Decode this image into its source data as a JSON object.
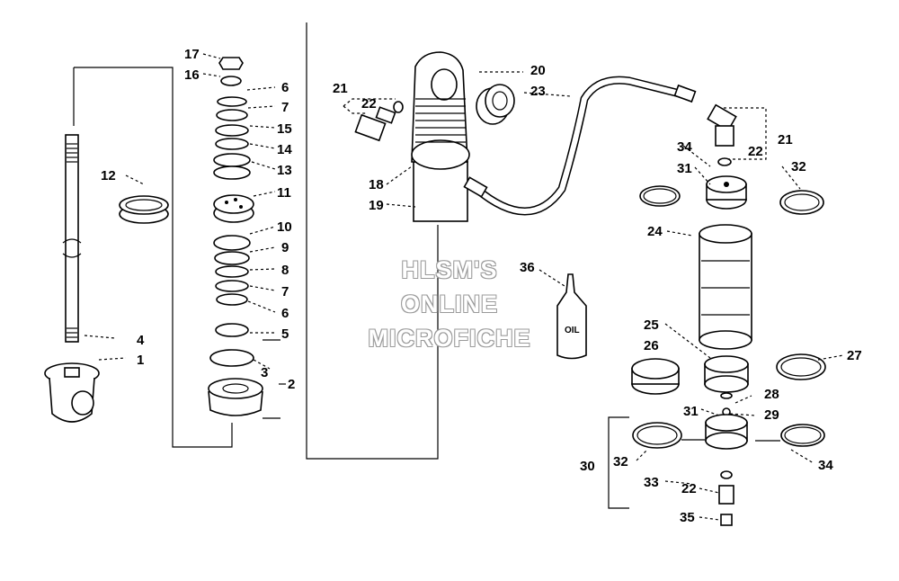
{
  "watermark": {
    "line1": "HLSM'S",
    "line2": "ONLINE",
    "line3": "MICROFICHE"
  },
  "callouts": {
    "n1": "1",
    "n2": "2",
    "n3": "3",
    "n4": "4",
    "n5": "5",
    "n6a": "6",
    "n6b": "6",
    "n7a": "7",
    "n7b": "7",
    "n8": "8",
    "n9": "9",
    "n10": "10",
    "n11": "11",
    "n12": "12",
    "n13": "13",
    "n14": "14",
    "n15": "15",
    "n16": "16",
    "n17": "17",
    "n18": "18",
    "n19": "19",
    "n20": "20",
    "n21a": "21",
    "n21b": "21",
    "n22a": "22",
    "n22b": "22",
    "n22c": "22",
    "n23": "23",
    "n24": "24",
    "n25": "25",
    "n26": "26",
    "n27": "27",
    "n28": "28",
    "n29": "29",
    "n30": "30",
    "n31a": "31",
    "n31b": "31",
    "n32a": "32",
    "n32b": "32",
    "n33": "33",
    "n34a": "34",
    "n34b": "34",
    "n35": "35",
    "n36": "36"
  },
  "oil_label": "OIL"
}
